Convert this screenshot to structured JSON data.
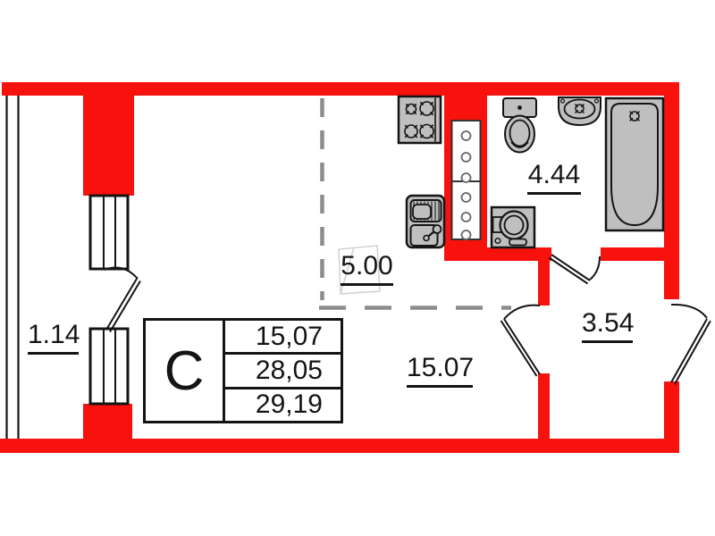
{
  "floorplan": {
    "legend_table": {
      "type_letter": "С",
      "rows": [
        "15,07",
        "28,05",
        "29,19"
      ]
    },
    "room_labels": {
      "balcony": "1.14",
      "kitchen": "5.00",
      "bathroom": "4.44",
      "living_room": "15.07",
      "hallway": "3.54"
    },
    "colors": {
      "wall_red": "#f8120d",
      "fixture_gray": "#bfbfbf",
      "line_black": "#141414",
      "zone_dash_gray": "#8c8c8c"
    },
    "icons": [
      "stove-icon",
      "kitchen-sink-icon",
      "vent-shaft-icon",
      "toilet-icon",
      "washbasin-icon",
      "bathtub-icon",
      "washing-machine-icon"
    ]
  }
}
